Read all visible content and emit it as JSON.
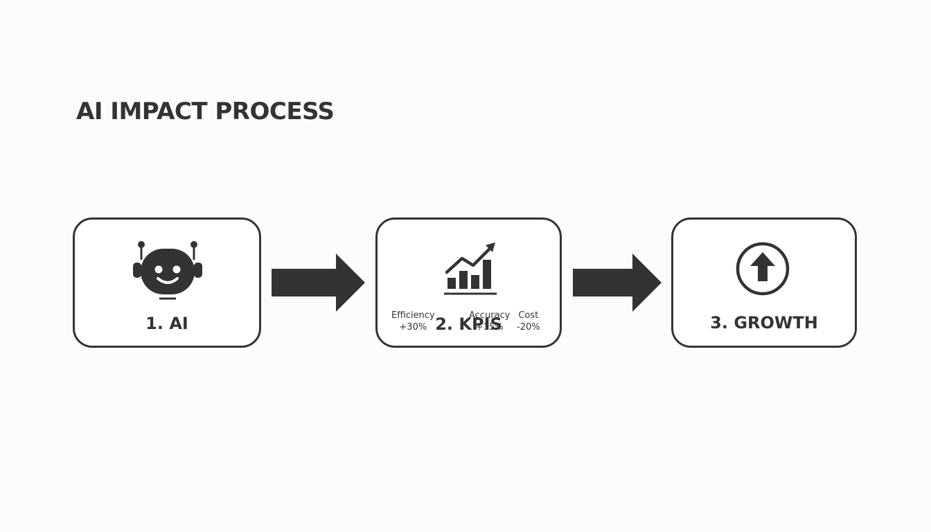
{
  "title": "AI IMPACT PROCESS",
  "steps": [
    {
      "label": "1. AI",
      "icon": "robot-icon"
    },
    {
      "label": "2. KPIS",
      "icon": "bar-chart-trend-icon"
    },
    {
      "label": "3. GROWTH",
      "icon": "circle-arrow-up-icon"
    }
  ],
  "kpis": [
    {
      "name": "Efficiency",
      "value": "+30%"
    },
    {
      "name": "Accuracy",
      "value": "+15%"
    },
    {
      "name": "Cost",
      "value": "-20%"
    }
  ],
  "colors": {
    "stroke": "#333333",
    "background": "#fcfcfc"
  }
}
